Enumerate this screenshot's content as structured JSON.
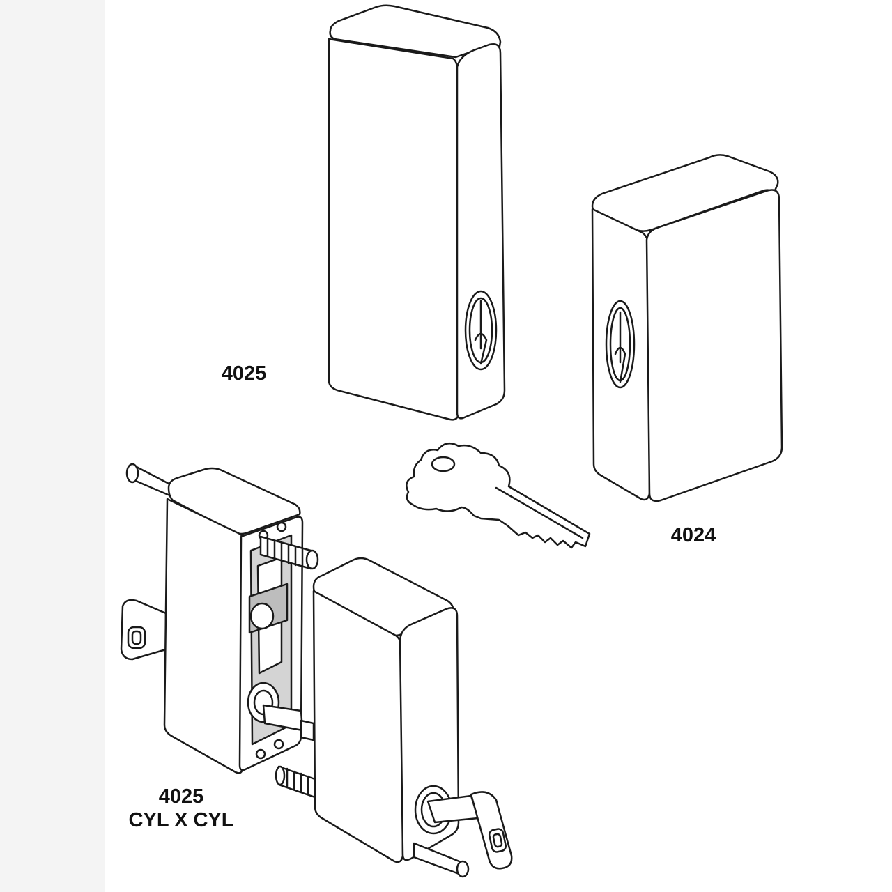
{
  "labels": {
    "model_top": "4025",
    "model_right": "4024",
    "model_bottom": "4025",
    "model_bottom_sub": "CYL X CYL"
  },
  "colors": {
    "left_margin": "#f4f4f4",
    "body_fill": "#ffffff",
    "line": "#1a1a1a",
    "shade": "#d4d4d4",
    "inner_shade": "#bdbdbd"
  },
  "parts": [
    "4025 tall cylinder housing",
    "4024 short cylinder housing",
    "loose key",
    "4025 cylinder x cylinder assembly"
  ]
}
